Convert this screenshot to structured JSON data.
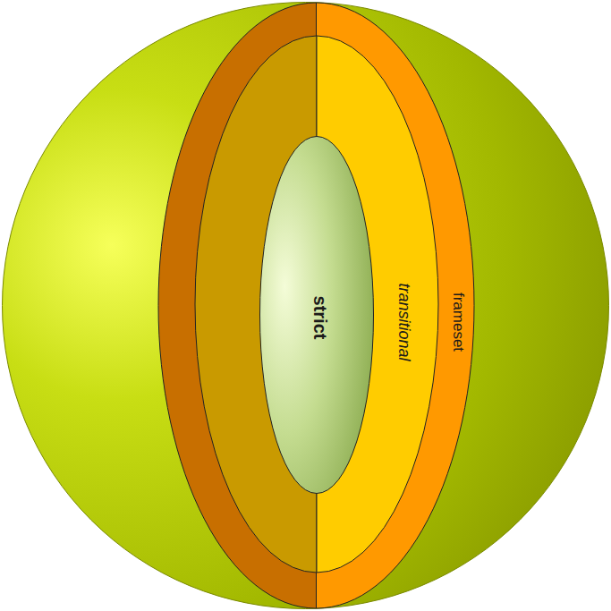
{
  "diagram": {
    "nodes": [
      {
        "text": [
          "frameset"
        ]
      },
      {
        "text": [
          "transitional"
        ],
        "in": 0
      },
      {
        "text": [
          "strict"
        ],
        "in": 1
      }
    ]
  }
}
